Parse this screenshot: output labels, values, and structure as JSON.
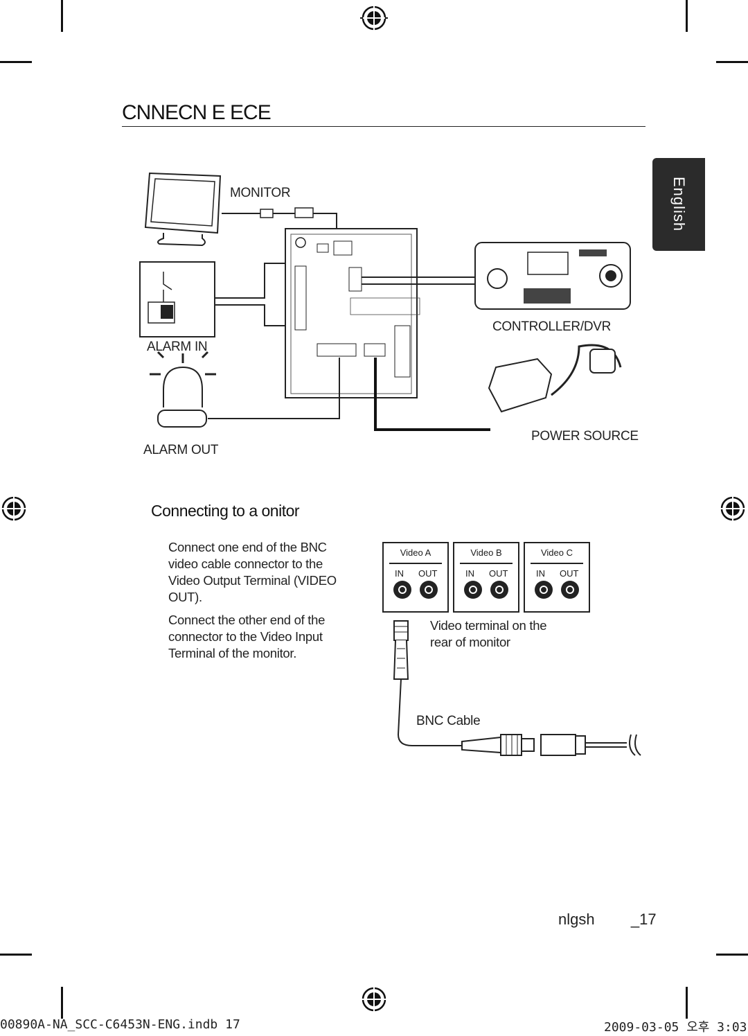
{
  "page": {
    "title": "CNNECN E ECE",
    "language_tab": "English",
    "colors": {
      "ink": "#1a1a1a",
      "tab": "#2b2b2b"
    }
  },
  "diagram": {
    "monitor_label": "MONITOR",
    "controller_label": "CONTROLLER/DVR",
    "alarm_in_label": "ALARM IN",
    "alarm_out_label": "ALARM OUT",
    "power_label": "POWER SOURCE"
  },
  "section": {
    "heading": "Connecting to a onitor",
    "paragraph_1": "Connect one end of the BNC video cable connector to the Video Output Terminal (VIDEO OUT).",
    "paragraph_2": "Connect the other end of the connector to the Video Input Terminal of the monitor."
  },
  "video_terminals": [
    {
      "name": "Video A",
      "in": "IN",
      "out": "OUT"
    },
    {
      "name": "Video B",
      "in": "IN",
      "out": "OUT"
    },
    {
      "name": "Video C",
      "in": "IN",
      "out": "OUT"
    }
  ],
  "captions": {
    "terminal": "Video terminal on the rear of monitor",
    "cable": "BNC Cable"
  },
  "footer": {
    "page_label": "nlgsh",
    "page_number": "_17",
    "file": "00890A-NA_SCC-C6453N-ENG.indb   17",
    "date": "2009-03-05   오후 3:03"
  }
}
